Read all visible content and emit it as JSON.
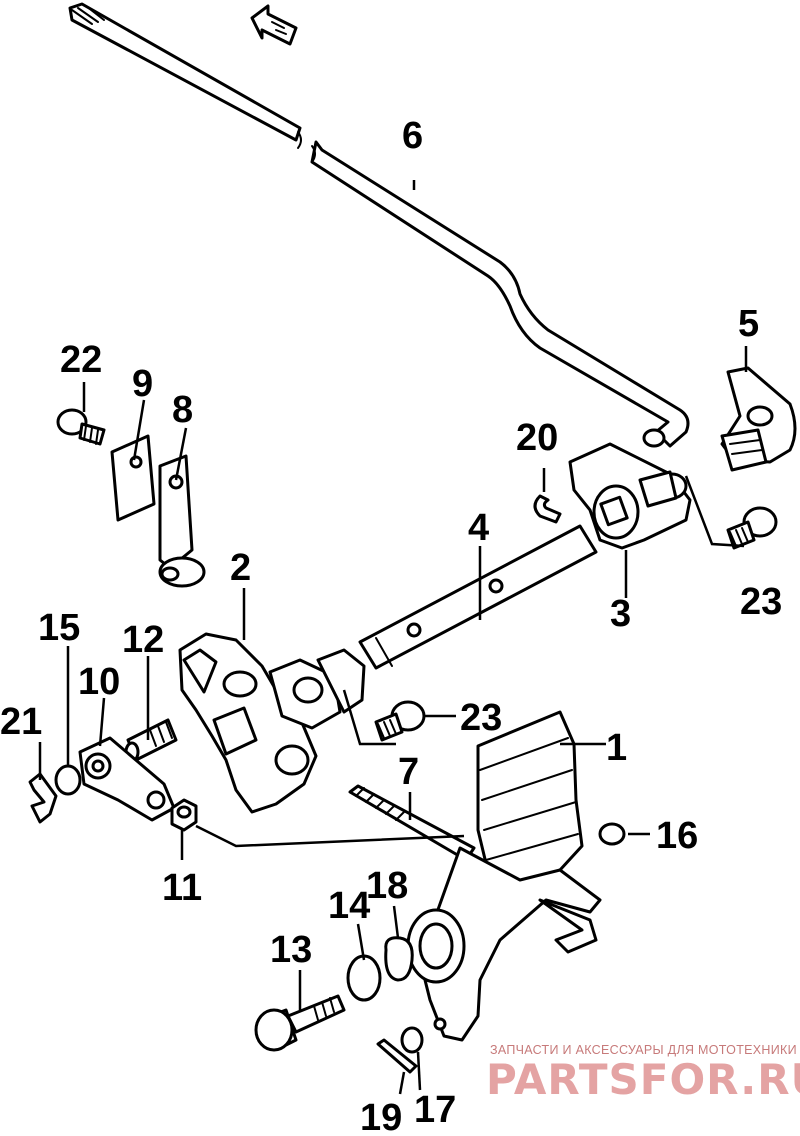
{
  "diagram": {
    "callouts": [
      "1",
      "2",
      "3",
      "4",
      "5",
      "6",
      "7",
      "8",
      "9",
      "10",
      "11",
      "12",
      "13",
      "14",
      "15",
      "16",
      "17",
      "18",
      "19",
      "20",
      "21",
      "22",
      "23",
      "23"
    ]
  },
  "watermark": {
    "tagline": "ЗАПЧАСТИ И АКСЕССУАРЫ ДЛЯ МОТОТЕХНИКИ",
    "logo": "PARTSFOR.RU"
  },
  "colors": {
    "ink": "#000000",
    "background": "#ffffff",
    "watermark": "#e4a3a3"
  },
  "icons": [
    "forward-arrow-icon"
  ]
}
